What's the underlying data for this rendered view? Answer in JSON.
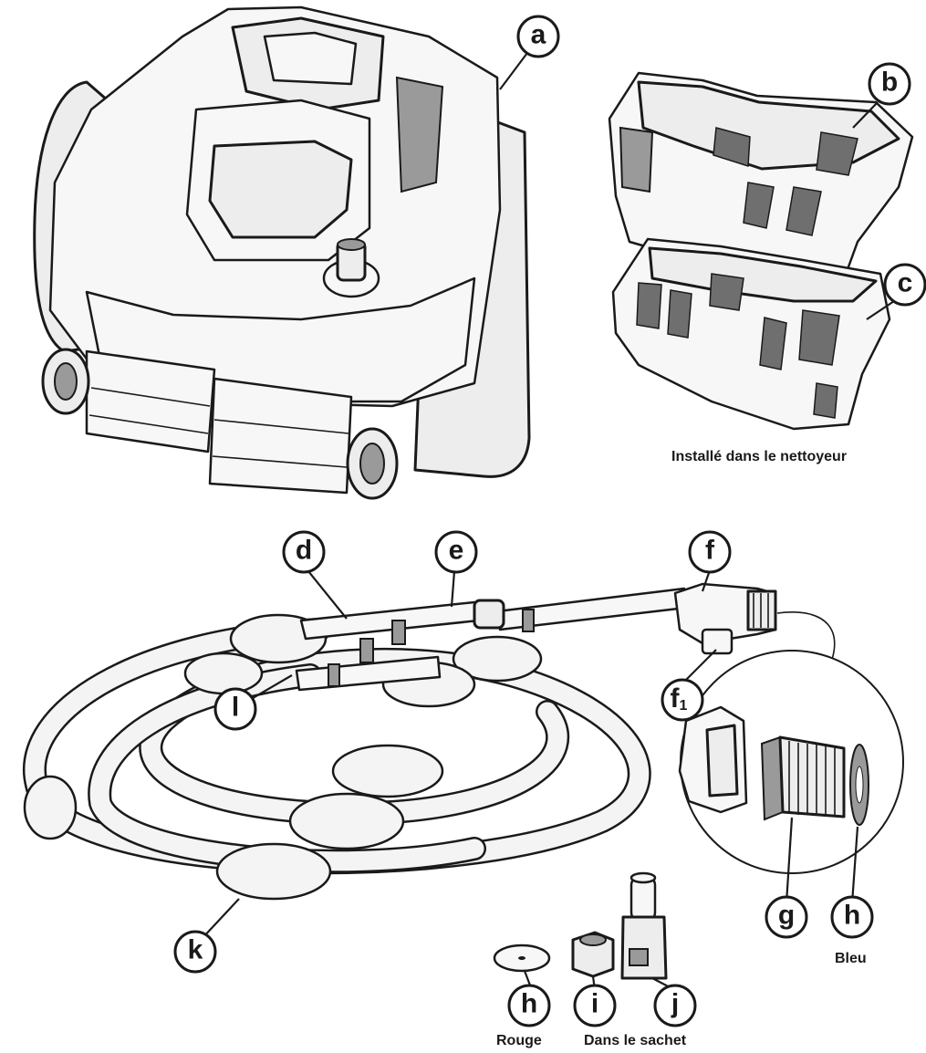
{
  "callouts": {
    "a": "a",
    "b": "b",
    "c": "c",
    "d": "d",
    "e": "e",
    "f": "f",
    "f1_base": "f",
    "f1_sub": "1",
    "g": "g",
    "h_blue": "h",
    "h_red": "h",
    "i": "i",
    "j": "j",
    "k": "k",
    "l": "l"
  },
  "captions": {
    "installed": "Installé dans le nettoyeur",
    "blue": "Bleu",
    "red": "Rouge",
    "in_bag": "Dans le sachet"
  }
}
